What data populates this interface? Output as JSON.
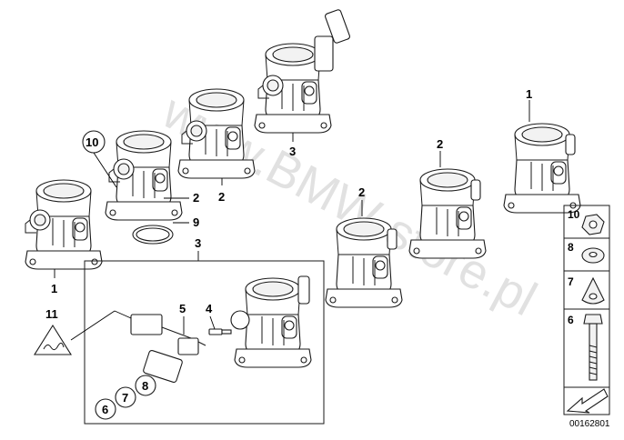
{
  "watermark": "www.BMW-store.pl",
  "diagram_number": "00162801",
  "callouts": {
    "c1_left": "1",
    "c1_right": "1",
    "c2_a": "2",
    "c2_b": "2",
    "c2_c": "2",
    "c2_d": "2",
    "c3_top": "3",
    "c3_box": "3",
    "c4": "4",
    "c5": "5",
    "c6": "6",
    "c7": "7",
    "c8": "8",
    "c9": "9",
    "c10": "10",
    "c11": "11"
  },
  "legend": {
    "items": [
      {
        "label": "10",
        "icon": "nut-icon"
      },
      {
        "label": "8",
        "icon": "washer-icon"
      },
      {
        "label": "7",
        "icon": "gasket-icon"
      },
      {
        "label": "6",
        "icon": "bolt-icon"
      }
    ]
  }
}
